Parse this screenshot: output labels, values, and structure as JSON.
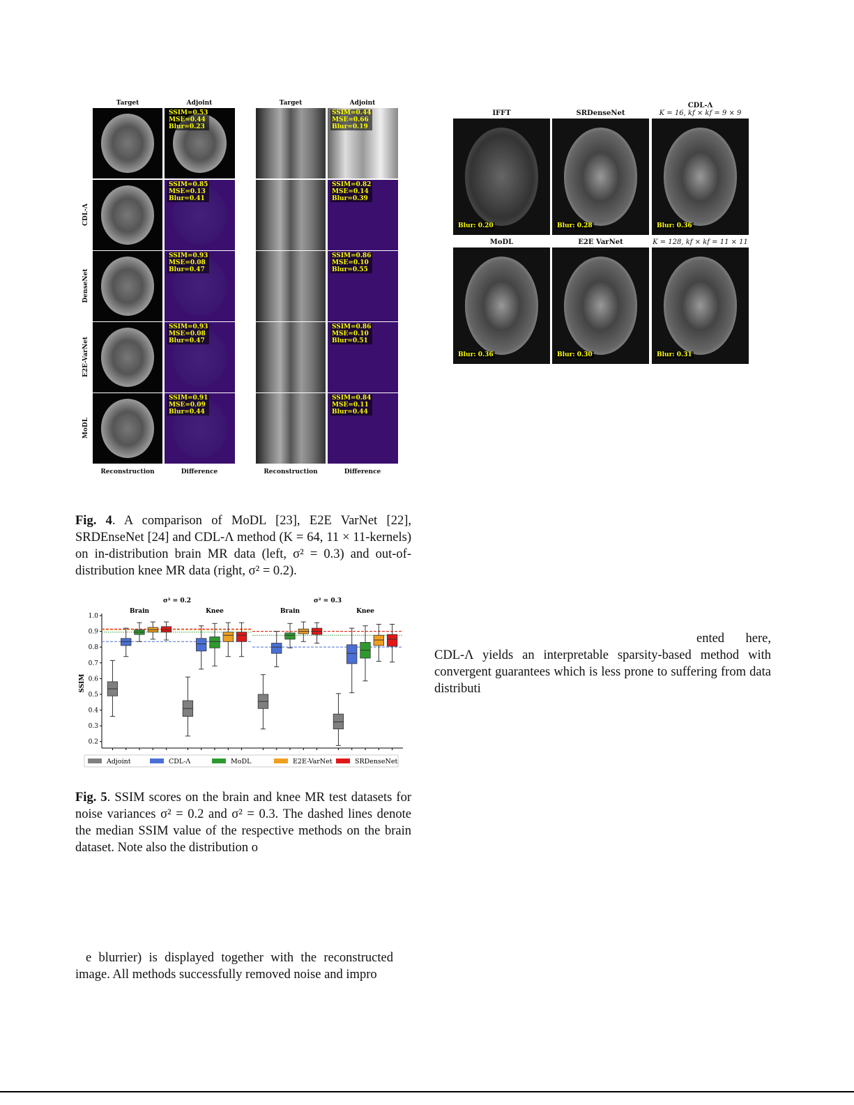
{
  "fig4": {
    "panels": [
      {
        "cols": [
          "Target",
          "Adjoint"
        ],
        "adjoint_metrics": [
          "SSIM=0.53",
          "MSE=0.44",
          "Blur=0.23"
        ],
        "rows": [
          {
            "label": "CDL-Λ",
            "metrics": [
              "SSIM=0.85",
              "MSE=0.13",
              "Blur=0.41"
            ]
          },
          {
            "label": "DenseNet",
            "metrics": [
              "SSIM=0.93",
              "MSE=0.08",
              "Blur=0.47"
            ]
          },
          {
            "label": "E2E-VarNet",
            "metrics": [
              "SSIM=0.93",
              "MSE=0.08",
              "Blur=0.47"
            ]
          },
          {
            "label": "MoDL",
            "metrics": [
              "SSIM=0.91",
              "MSE=0.09",
              "Blur=0.44"
            ]
          }
        ],
        "bottom": [
          "Reconstruction",
          "Difference"
        ]
      },
      {
        "cols": [
          "Target",
          "Adjoint"
        ],
        "adjoint_metrics": [
          "SSIM=0.44",
          "MSE=0.66",
          "Blur=0.19"
        ],
        "rows": [
          {
            "metrics": [
              "SSIM=0.82",
              "MSE=0.14",
              "Blur=0.39"
            ]
          },
          {
            "metrics": [
              "SSIM=0.86",
              "MSE=0.10",
              "Blur=0.55"
            ]
          },
          {
            "metrics": [
              "SSIM=0.86",
              "MSE=0.10",
              "Blur=0.51"
            ]
          },
          {
            "metrics": [
              "SSIM=0.84",
              "MSE=0.11",
              "Blur=0.44"
            ]
          }
        ],
        "bottom": [
          "Reconstruction",
          "Difference"
        ]
      }
    ],
    "caption_label": "Fig. 4",
    "caption": ". A comparison of MoDL [23], E2E VarNet [22], SRDEnseNet [24] and CDL-Λ method (K = 64, 11 × 11-kernels) on in-distribution brain MR data (left, σ² = 0.3) and out-of-distribution knee MR data (right, σ² = 0.2)."
  },
  "fig_right": {
    "cells": [
      {
        "title": "IFFT",
        "blur": "Blur: 0.20"
      },
      {
        "title": "SRDenseNet",
        "blur": "Blur: 0.28"
      },
      {
        "title": "CDL-Λ",
        "subtitle": "K = 16, kf × kf = 9 × 9",
        "blur": "Blur: 0.36"
      },
      {
        "title": "MoDL",
        "blur": "Blur: 0.36"
      },
      {
        "title": "E2E VarNet",
        "blur": "Blur: 0.30"
      },
      {
        "subtitle": "K = 128, kf × kf = 11 × 11",
        "blur": "Blur: 0.31"
      }
    ]
  },
  "chart_data": {
    "type": "boxplot",
    "ylabel": "SSIM",
    "ylim": [
      0.15,
      1.0
    ],
    "yticks": [
      "1.0",
      "0.9",
      "0.8",
      "0.7",
      "0.6",
      "0.5",
      "0.4",
      "0.3",
      "0.2"
    ],
    "group_titles": [
      "σ² = 0.2",
      "σ² = 0.3"
    ],
    "subgroups": [
      "Brain",
      "Knee",
      "Brain",
      "Knee"
    ],
    "legend": [
      "Adjoint",
      "CDL-Λ",
      "MoDL",
      "E2E-VarNet",
      "SRDenseNet"
    ],
    "colors": [
      "#808080",
      "#4a6fd6",
      "#2e9a2e",
      "#f0a020",
      "#e01818"
    ],
    "legend_placement": "bottom",
    "box_stats_order": [
      "whisker_low",
      "q1",
      "median",
      "q3",
      "whisker_high"
    ],
    "boxes": [
      [
        [
          0.36,
          0.49,
          0.535,
          0.58,
          0.715
        ],
        [
          0.74,
          0.81,
          0.835,
          0.855,
          0.92
        ],
        [
          0.835,
          0.88,
          0.895,
          0.91,
          0.955
        ],
        [
          0.85,
          0.895,
          0.91,
          0.925,
          0.96
        ],
        [
          0.845,
          0.895,
          0.91,
          0.93,
          0.96
        ]
      ],
      [
        [
          0.235,
          0.36,
          0.41,
          0.46,
          0.61
        ],
        [
          0.66,
          0.775,
          0.82,
          0.855,
          0.935
        ],
        [
          0.68,
          0.795,
          0.835,
          0.865,
          0.95
        ],
        [
          0.74,
          0.835,
          0.875,
          0.895,
          0.955
        ],
        [
          0.74,
          0.835,
          0.875,
          0.895,
          0.955
        ]
      ],
      [
        [
          0.28,
          0.41,
          0.455,
          0.5,
          0.625
        ],
        [
          0.675,
          0.76,
          0.8,
          0.825,
          0.9
        ],
        [
          0.795,
          0.85,
          0.875,
          0.89,
          0.95
        ],
        [
          0.835,
          0.885,
          0.9,
          0.915,
          0.96
        ],
        [
          0.825,
          0.88,
          0.9,
          0.92,
          0.955
        ]
      ],
      [
        [
          0.175,
          0.28,
          0.325,
          0.375,
          0.505
        ],
        [
          0.51,
          0.695,
          0.76,
          0.815,
          0.92
        ],
        [
          0.585,
          0.73,
          0.78,
          0.83,
          0.935
        ],
        [
          0.71,
          0.81,
          0.845,
          0.875,
          0.945
        ],
        [
          0.705,
          0.805,
          0.85,
          0.88,
          0.945
        ]
      ]
    ],
    "brain_median_lines": [
      [
        0.835,
        0.895,
        0.91,
        0.915
      ],
      [
        0.8,
        0.875,
        0.9,
        0.9
      ]
    ]
  },
  "fig5": {
    "caption_label": "Fig. 5",
    "caption": ". SSIM scores on the brain and knee MR test datasets for noise variances σ² = 0.2 and σ² = 0.3. The dashed lines denote the median SSIM value of the respective methods on the brain dataset. Note also the distribution o"
  },
  "body": {
    "right_text": "ented here, CDL-Λ yields an interpretable sparsity-based method with convergent guarantees which is less prone to suffering from data distributi",
    "left_text": "e blurrier) is displayed together with the reconstructed image. All methods successfully removed noise and impro"
  }
}
